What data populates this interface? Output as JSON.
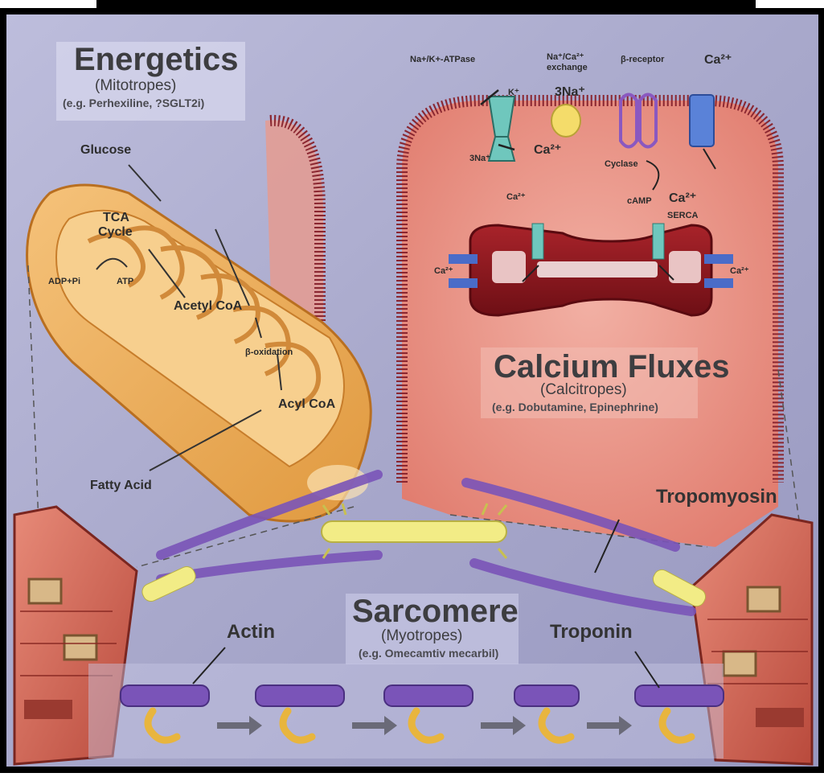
{
  "energetics": {
    "title": "Energetics",
    "subtitle": "(Mitotropes)",
    "examples": "(e.g. Perhexiline, ?SGLT2i)"
  },
  "calcium": {
    "title": "Calcium Fluxes",
    "subtitle": "(Calcitropes)",
    "examples": "(e.g. Dobutamine, Epinephrine)"
  },
  "sarcomere": {
    "title": "Sarcomere",
    "subtitle": "(Myotropes)",
    "examples": "(e.g. Omecamtiv mecarbil)"
  },
  "mito_labels": {
    "glucose": "Glucose",
    "tca": "TCA",
    "cycle": "Cycle",
    "adp": "ADP+Pi",
    "atp": "ATP",
    "acetyl": "Acetyl CoA",
    "beta_ox": "β-oxidation",
    "acyl": "Acyl CoA",
    "fatty": "Fatty Acid"
  },
  "membrane_labels": {
    "atpase": "Na+/K+-ATPase",
    "k": "K⁺",
    "na_out": "3Na⁺",
    "exchange1": "Na⁺/Ca²⁺",
    "exchange2": "exchange",
    "na_in": "3Na⁺",
    "ca_exch": "Ca²⁺",
    "beta": "β-receptor",
    "ca_chan": "Ca²⁺",
    "cyclase": "Cyclase",
    "camp": "cAMP",
    "ca_ryr": "Ca²⁺",
    "ca_serca": "Ca²⁺",
    "serca": "SERCA",
    "ca_left": "Ca²⁺",
    "ca_right": "Ca²⁺"
  },
  "sarc_labels": {
    "tropomyosin": "Tropomyosin",
    "actin": "Actin",
    "troponin": "Troponin"
  },
  "colors": {
    "background": "#a9a9cc",
    "mitochondrion": "#f0b35a",
    "cell": "#e98a7d",
    "myosin": "#f2ec86",
    "actin": "#7a54b8"
  }
}
